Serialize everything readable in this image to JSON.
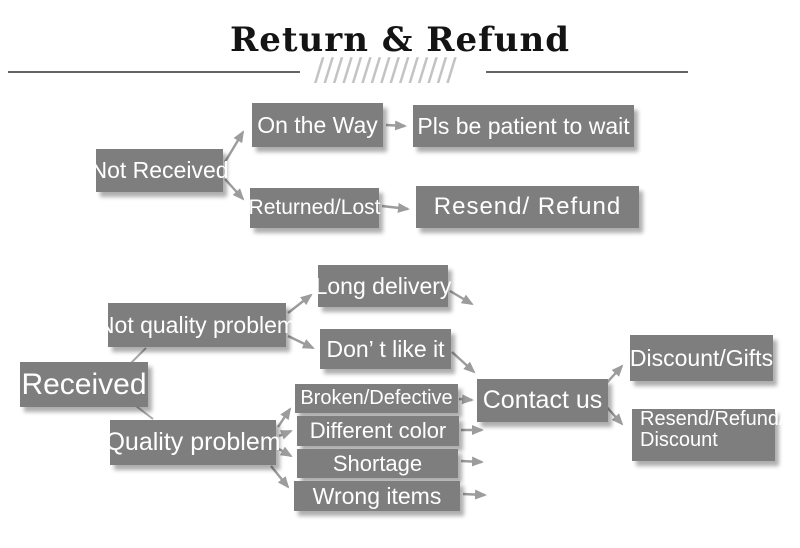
{
  "title": "Return & Refund",
  "divider_hatch": "///////////////",
  "colors": {
    "box_gray": "#7e7e7e",
    "node_text": "#ffffff",
    "arrow_gray": "#9c9c9c",
    "title_color": "#141414",
    "hatch_gray": "#c3c3c3",
    "background": "#ffffff"
  },
  "nodes": {
    "not_received": "Not Received",
    "on_the_way": "On the Way",
    "pls_be_patient": "Pls be patient to wait",
    "returned_lost": "Returned/Lost",
    "resend_refund": "Resend/ Refund",
    "received": "Received",
    "not_quality_problem": "Not quality problem",
    "long_delivery": "Long delivery",
    "dont_like_it": "Don’ t like it",
    "quality_problem": "Quality problem",
    "broken_defective": "Broken/Defective",
    "different_color": "Different color",
    "shortage": "Shortage",
    "wrong_items": "Wrong items",
    "contact_us": "Contact us",
    "discount_gifts": "Discount/Gifts",
    "resend_refund_discount_line1": "Resend/Refund/",
    "resend_refund_discount_line2": "Discount"
  }
}
